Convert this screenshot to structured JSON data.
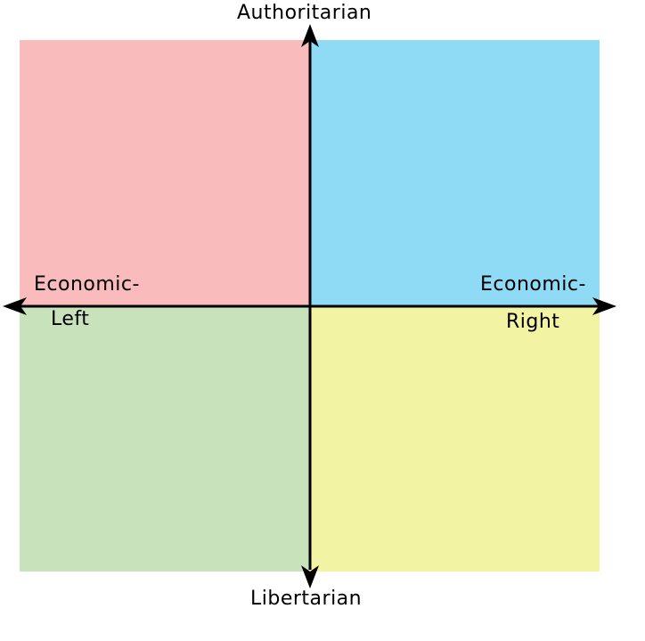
{
  "axes": {
    "top_label": "Authoritarian",
    "bottom_label": "Libertarian",
    "left_label_line1": "Economic-",
    "left_label_line2": "Left",
    "right_label_line1": "Economic-",
    "right_label_line2": "Right"
  },
  "quadrants": {
    "top_left_color": "#f9bbbb",
    "top_right_color": "#8fdaf5",
    "bottom_left_color": "#c8e2bc",
    "bottom_right_color": "#f3f3a4"
  },
  "axis_color": "#000000"
}
